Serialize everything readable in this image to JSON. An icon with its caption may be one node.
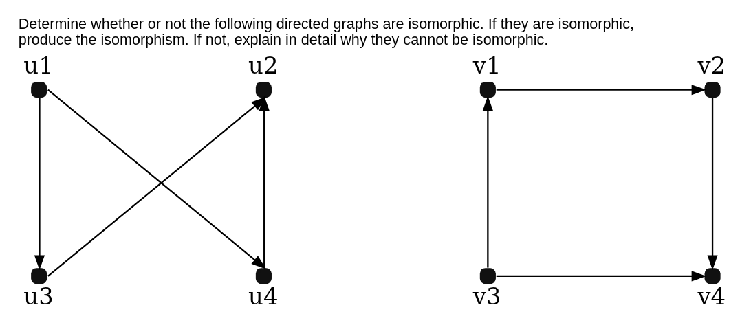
{
  "diagram": {
    "title": "Determine whether or not the following directed graphs are isomorphic. If they are isomorphic, produce the isomorphism. If not, explain in detail why they cannot be isomorphic.",
    "nodes": [
      {
        "text": [],
        "shape": "circle",
        "beside": [
          "u1"
        ]
      },
      {
        "text": [],
        "shape": "circle",
        "beside": [
          "u2"
        ]
      },
      {
        "text": [],
        "shape": "circle",
        "beside": [
          "u3"
        ]
      },
      {
        "text": [],
        "shape": "circle",
        "beside": [
          "u4"
        ]
      },
      {
        "text": [],
        "shape": "circle",
        "beside": [
          "v1"
        ]
      },
      {
        "text": [],
        "shape": "circle",
        "beside": [
          "v2"
        ]
      },
      {
        "text": [],
        "shape": "circle",
        "beside": [
          "v3"
        ]
      },
      {
        "text": [],
        "shape": "circle",
        "beside": [
          "v4"
        ]
      }
    ],
    "edges": [
      {
        "from": 0,
        "to": 2,
        "arrow": "to"
      },
      {
        "from": 0,
        "to": 3,
        "arrow": "to"
      },
      {
        "from": 2,
        "to": 1,
        "arrow": "to"
      },
      {
        "from": 3,
        "to": 1,
        "arrow": "to"
      },
      {
        "from": 4,
        "to": 5,
        "arrow": "to"
      },
      {
        "from": 5,
        "to": 7,
        "arrow": "to"
      },
      {
        "from": 6,
        "to": 4,
        "arrow": "to"
      },
      {
        "from": 6,
        "to": 7,
        "arrow": "to"
      }
    ]
  }
}
